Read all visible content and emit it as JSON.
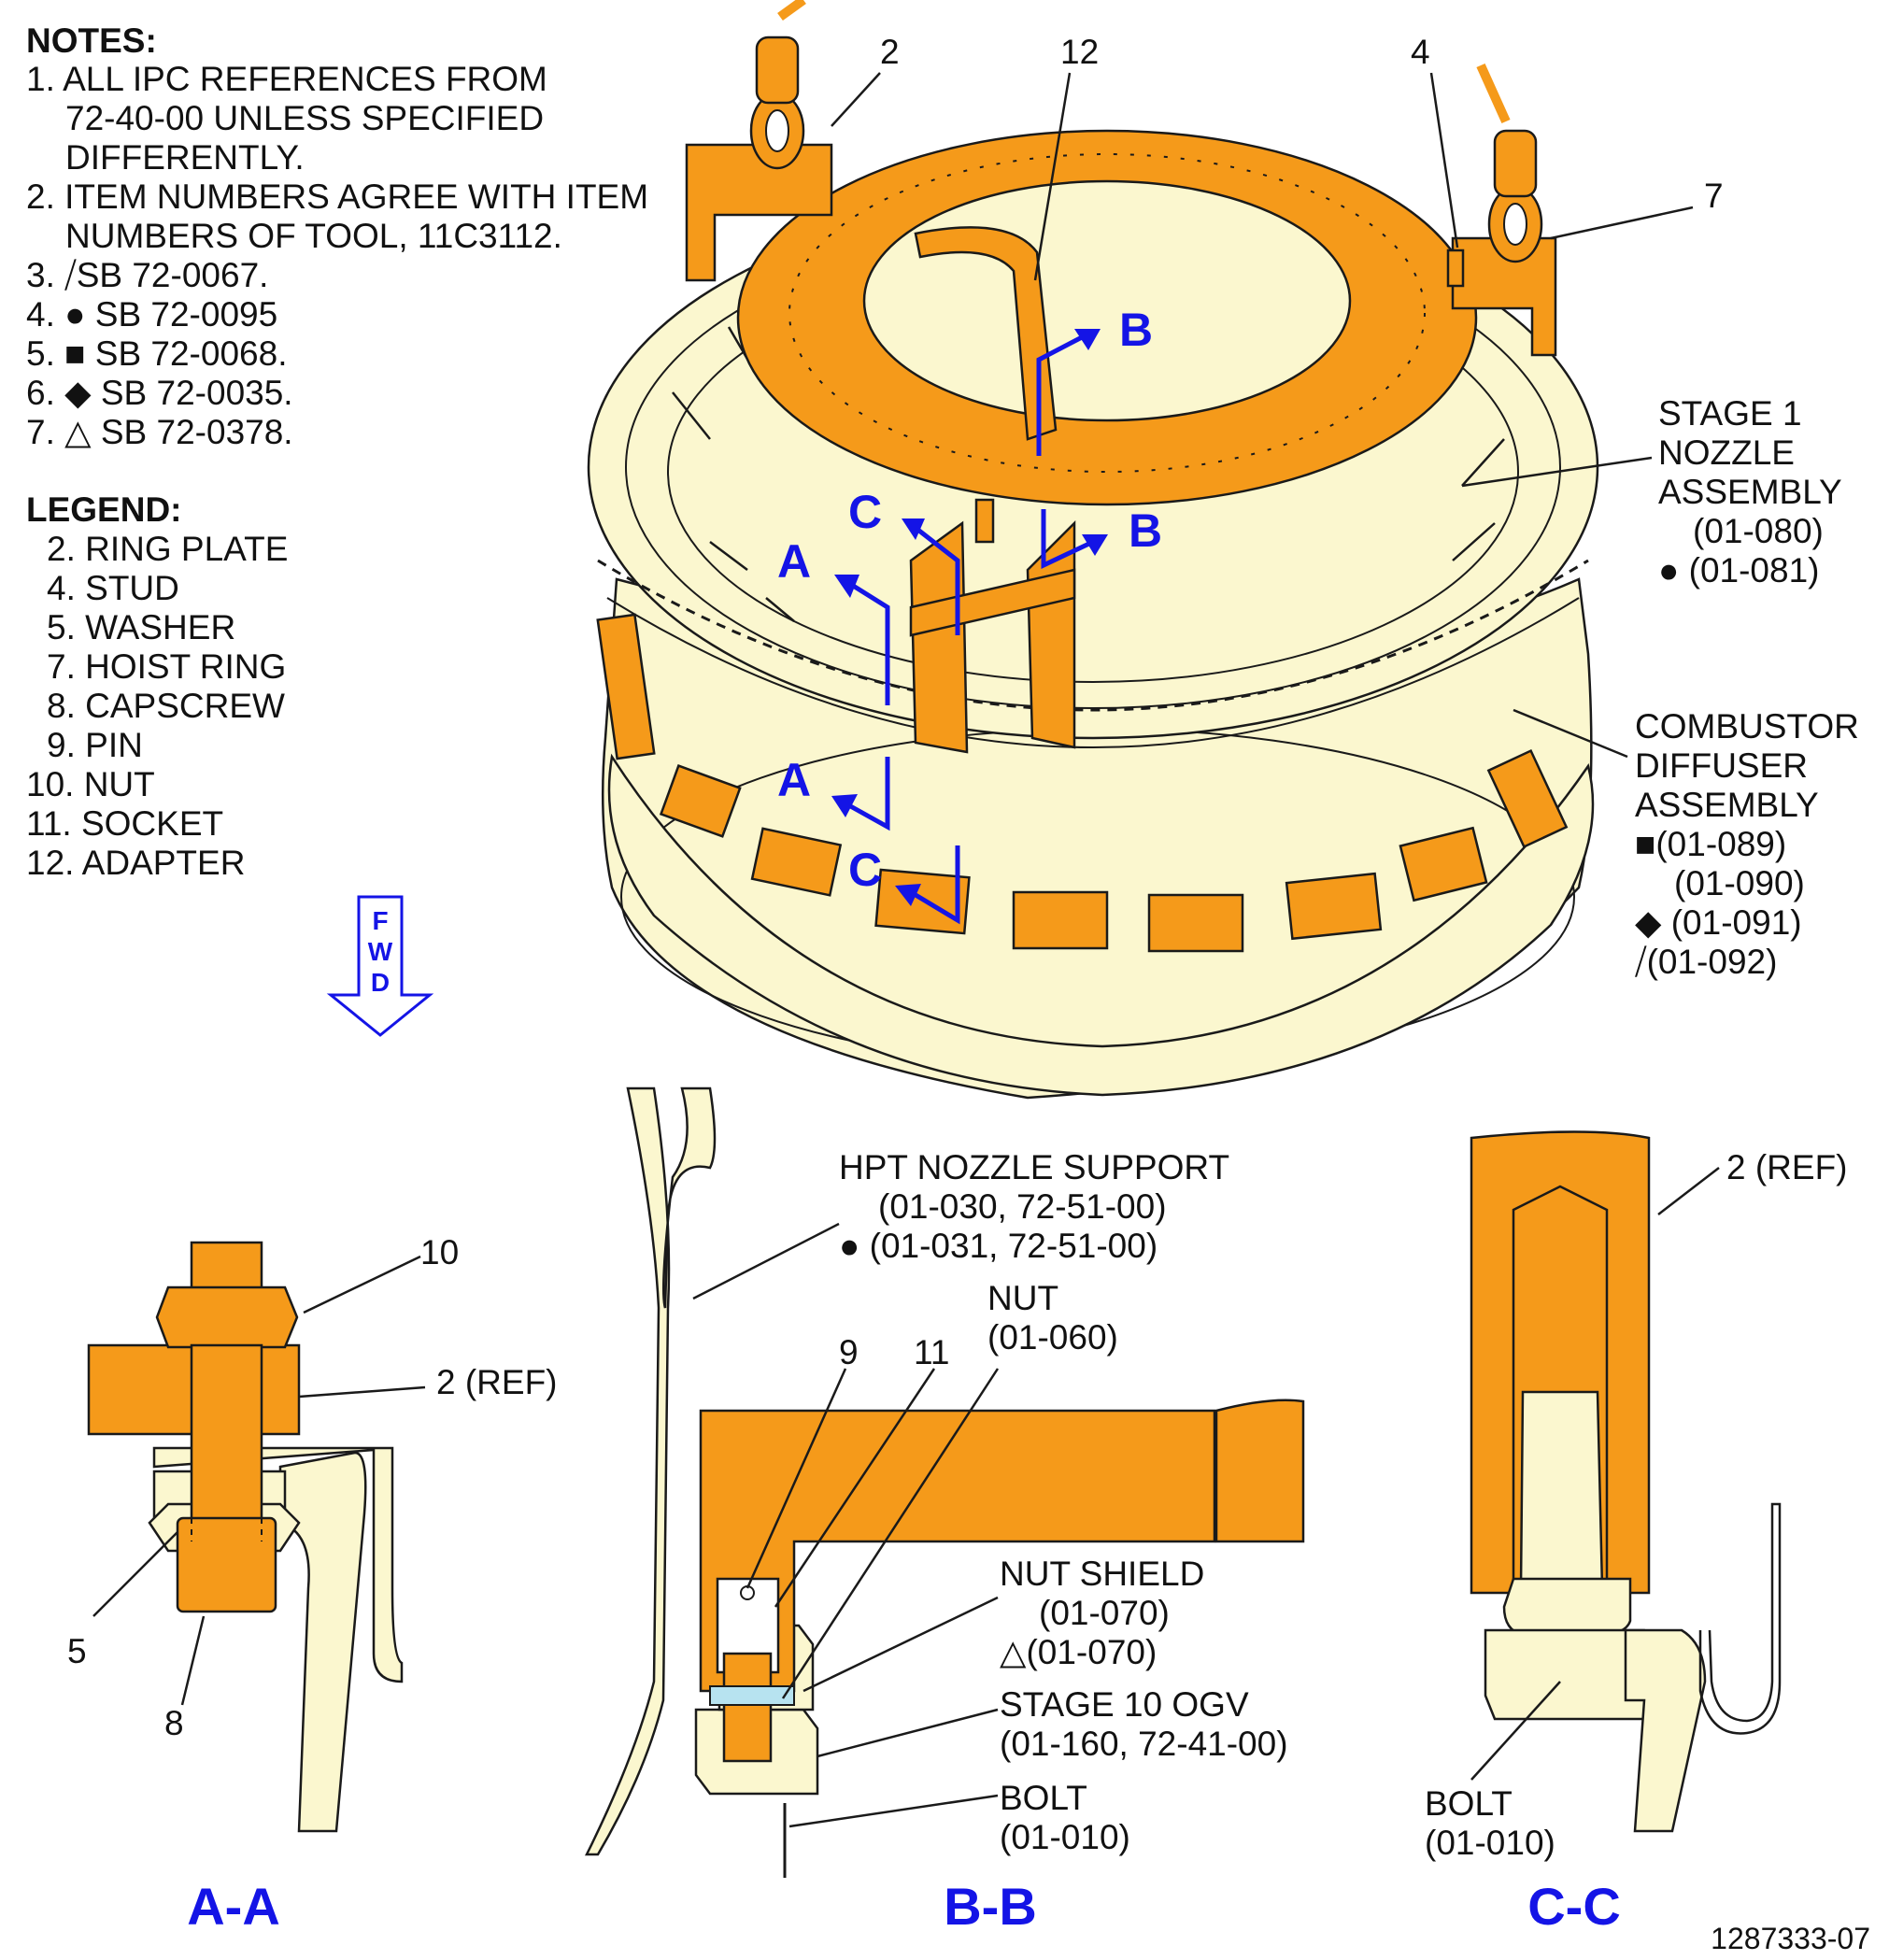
{
  "notes": {
    "title": "NOTES:",
    "items": [
      "1. ALL IPC REFERENCES FROM",
      "72-40-00 UNLESS SPECIFIED",
      "DIFFERENTLY.",
      "2. ITEM NUMBERS AGREE WITH ITEM",
      "NUMBERS OF TOOL, 11C3112.",
      "3. ⧸SB 72-0067.",
      "4. ● SB 72-0095",
      "5. ■ SB 72-0068.",
      "6. ◆ SB 72-0035.",
      "7. △ SB 72-0378."
    ]
  },
  "legend": {
    "title": "LEGEND:",
    "items": [
      "2. RING PLATE",
      "4. STUD",
      "5. WASHER",
      "7. HOIST RING",
      "8. CAPSCREW",
      "9. PIN",
      "10. NUT",
      "11. SOCKET",
      "12. ADAPTER"
    ]
  },
  "fwd_arrow": {
    "letters": [
      "F",
      "W",
      "D"
    ]
  },
  "main_view": {
    "callouts": {
      "item_2": "2",
      "item_12": "12",
      "item_4": "4",
      "item_7": "7"
    },
    "stage1": [
      "STAGE 1",
      "NOZZLE",
      "ASSEMBLY",
      "(01-080)",
      "● (01-081)"
    ],
    "combustor": [
      "COMBUSTOR",
      "DIFFUSER",
      "ASSEMBLY",
      "■(01-089)",
      "(01-090)",
      "◆ (01-091)",
      "⧸(01-092)"
    ],
    "section_flags": {
      "b1": "B",
      "b2": "B",
      "c1": "C",
      "a1": "A",
      "a2": "A",
      "c2": "C"
    }
  },
  "section_aa": {
    "title": "A-A",
    "callouts": {
      "item_10": "10",
      "item_2_ref": "2 (REF)",
      "item_5": "5",
      "item_8": "8"
    }
  },
  "section_bb": {
    "title": "B-B",
    "hpt": [
      "HPT NOZZLE SUPPORT",
      "(01-030, 72-51-00)",
      "● (01-031, 72-51-00)"
    ],
    "nut": [
      "NUT",
      "(01-060)"
    ],
    "item_9": "9",
    "item_11": "11",
    "nut_shield": [
      "NUT SHIELD",
      "(01-070)",
      "△(01-070)"
    ],
    "stage10": [
      "STAGE 10 OGV",
      "(01-160, 72-41-00)"
    ],
    "bolt": [
      "BOLT",
      "(01-010)"
    ]
  },
  "section_cc": {
    "title": "C-C",
    "item_2_ref": "2 (REF)",
    "bolt": [
      "BOLT",
      "(01-010)"
    ]
  },
  "figure_number": "1287333-07",
  "colors": {
    "tool_orange": "#f59a1a",
    "part_cream": "#fbf7cf",
    "section_blue": "#1414e6"
  }
}
